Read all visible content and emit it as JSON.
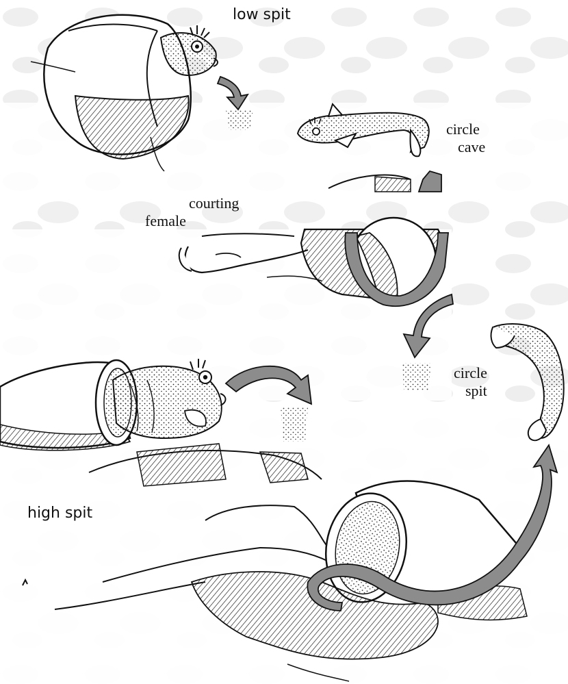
{
  "labels": {
    "low_spit": "low spit",
    "circle_cave_1": "circle",
    "circle_cave_2": "cave",
    "courting": "courting",
    "female": "female",
    "circle_spit_1": "circle",
    "circle_spit_2": "spit",
    "high_spit": "high spit"
  },
  "colors": {
    "ink": "#111111",
    "arrow_fill": "#8c8c8c",
    "paper": "#ffffff",
    "background_mottle": "#eeeeee"
  }
}
